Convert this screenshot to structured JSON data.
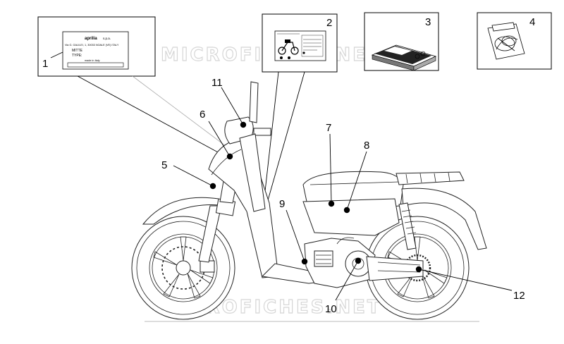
{
  "watermark": "MICROFICHES.NET",
  "callouts": [
    "1",
    "2",
    "3",
    "4",
    "5",
    "6",
    "7",
    "8",
    "9",
    "10",
    "11",
    "12"
  ],
  "label_1": {
    "brand": "aprilia",
    "suffix": "s.p.a.",
    "address": "Via G. GALILEI, 1, 30033 NOALE (VE) ITALY",
    "model": "MITTE",
    "type": "TYPE:",
    "origin": "made in Italy"
  },
  "colors": {
    "line": "#222222",
    "watermark": "#d6d6d6",
    "background": "#ffffff"
  }
}
